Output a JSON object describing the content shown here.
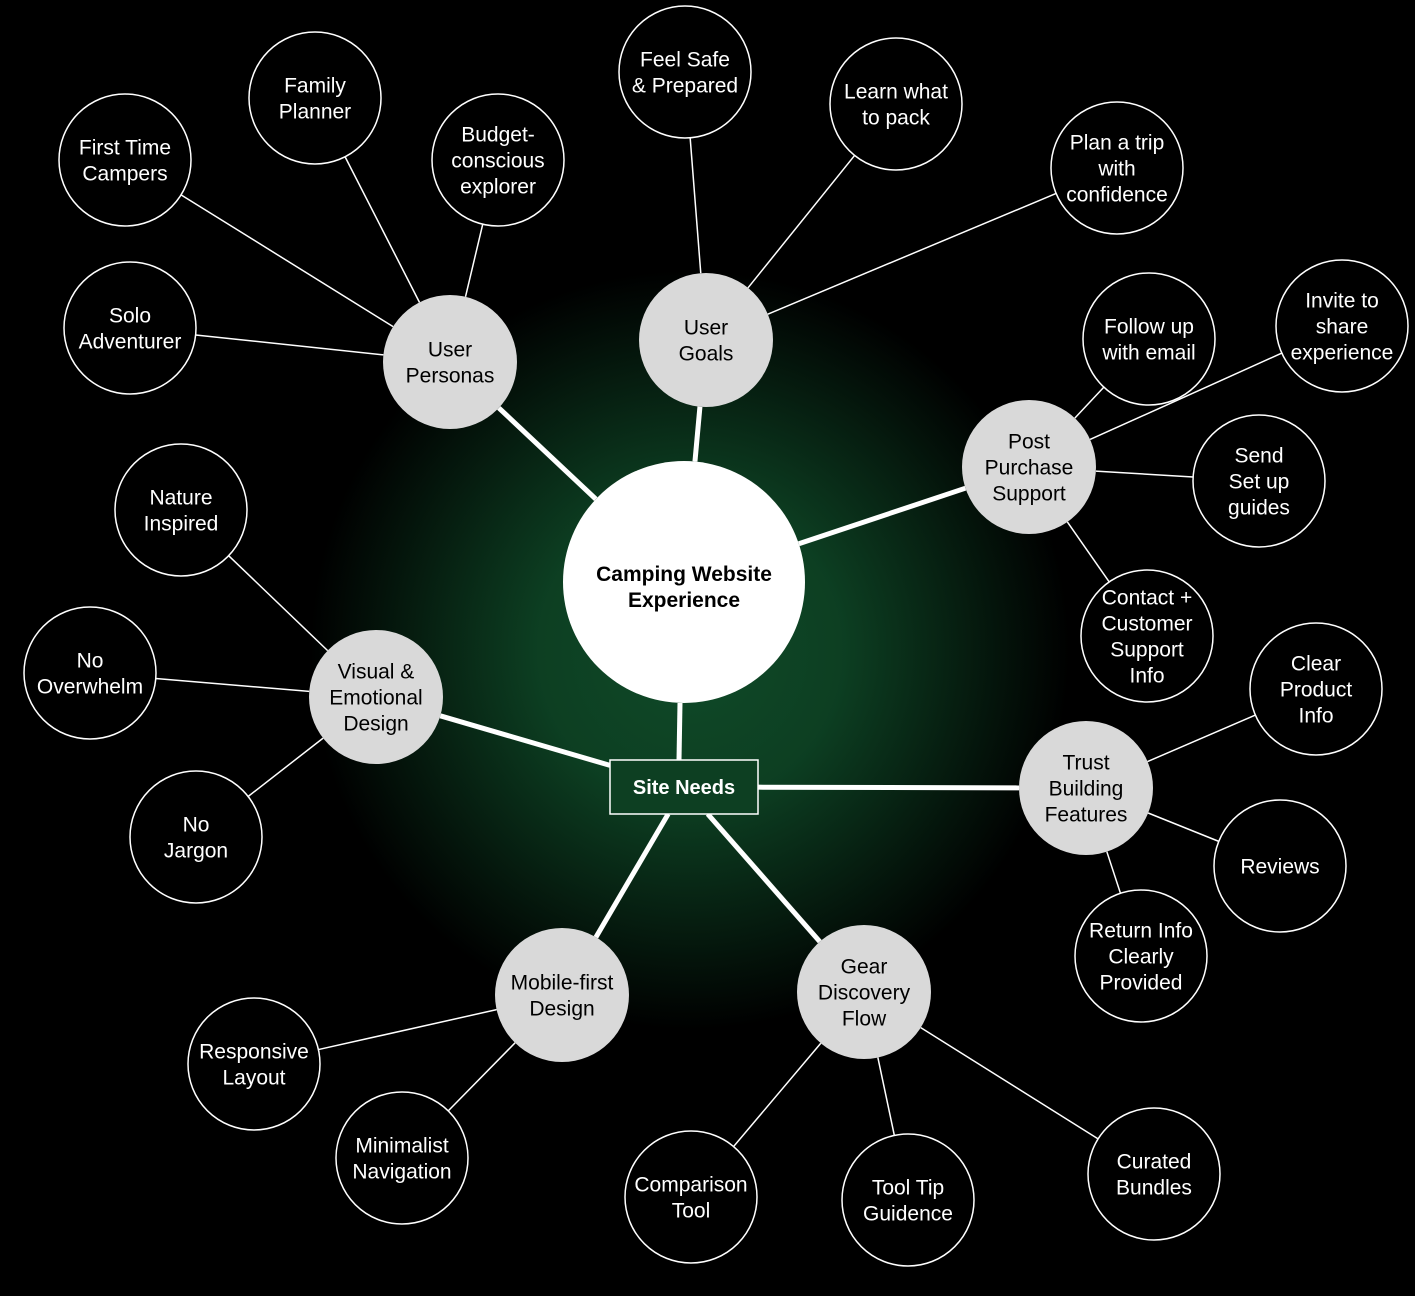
{
  "diagram": {
    "background": "#000000",
    "glow_color": "#0f4a28",
    "center": {
      "line1": "Camping Website",
      "line2": "Experience"
    },
    "hub": {
      "label": "Site Needs",
      "fill": "#0d3f22"
    },
    "categories": [
      {
        "key": "user-personas",
        "label": [
          "User",
          "Personas"
        ],
        "leaves": [
          {
            "key": "first-time-campers",
            "label": [
              "First Time",
              "Campers"
            ]
          },
          {
            "key": "family-planner",
            "label": [
              "Family",
              "Planner"
            ]
          },
          {
            "key": "budget-conscious-explorer",
            "label": [
              "Budget-",
              "conscious",
              "explorer"
            ]
          },
          {
            "key": "solo-adventurer",
            "label": [
              "Solo",
              "Adventurer"
            ]
          }
        ]
      },
      {
        "key": "user-goals",
        "label": [
          "User",
          "Goals"
        ],
        "leaves": [
          {
            "key": "feel-safe-prepared",
            "label": [
              "Feel Safe",
              "& Prepared"
            ]
          },
          {
            "key": "learn-what-to-pack",
            "label": [
              "Learn what",
              "to pack"
            ]
          },
          {
            "key": "plan-a-trip",
            "label": [
              "Plan a trip",
              "with",
              "confidence"
            ]
          }
        ]
      },
      {
        "key": "post-purchase-support",
        "label": [
          "Post",
          "Purchase",
          "Support"
        ],
        "leaves": [
          {
            "key": "follow-up-email",
            "label": [
              "Follow up",
              "with email"
            ]
          },
          {
            "key": "invite-to-share",
            "label": [
              "Invite to",
              "share",
              "experience"
            ]
          },
          {
            "key": "send-setup-guides",
            "label": [
              "Send",
              "Set up",
              "guides"
            ]
          },
          {
            "key": "contact-support-info",
            "label": [
              "Contact +",
              "Customer",
              "Support",
              "Info"
            ]
          }
        ]
      },
      {
        "key": "visual-emotional-design",
        "label": [
          "Visual &",
          "Emotional",
          "Design"
        ],
        "leaves": [
          {
            "key": "nature-inspired",
            "label": [
              "Nature",
              "Inspired"
            ]
          },
          {
            "key": "no-overwhelm",
            "label": [
              "No",
              "Overwhelm"
            ]
          },
          {
            "key": "no-jargon",
            "label": [
              "No",
              "Jargon"
            ]
          }
        ]
      },
      {
        "key": "trust-building-features",
        "label": [
          "Trust",
          "Building",
          "Features"
        ],
        "leaves": [
          {
            "key": "clear-product-info",
            "label": [
              "Clear",
              "Product",
              "Info"
            ]
          },
          {
            "key": "reviews",
            "label": [
              "Reviews"
            ]
          },
          {
            "key": "return-info",
            "label": [
              "Return Info",
              "Clearly",
              "Provided"
            ]
          }
        ]
      },
      {
        "key": "mobile-first-design",
        "label": [
          "Mobile-first",
          "Design"
        ],
        "leaves": [
          {
            "key": "responsive-layout",
            "label": [
              "Responsive",
              "Layout"
            ]
          },
          {
            "key": "minimalist-navigation",
            "label": [
              "Minimalist",
              "Navigation"
            ]
          }
        ]
      },
      {
        "key": "gear-discovery-flow",
        "label": [
          "Gear",
          "Discovery",
          "Flow"
        ],
        "leaves": [
          {
            "key": "comparison-tool",
            "label": [
              "Comparison",
              "Tool"
            ]
          },
          {
            "key": "tool-tip-guidence",
            "label": [
              "Tool Tip",
              "Guidence"
            ]
          },
          {
            "key": "curated-bundles",
            "label": [
              "Curated",
              "Bundles"
            ]
          }
        ]
      }
    ]
  }
}
